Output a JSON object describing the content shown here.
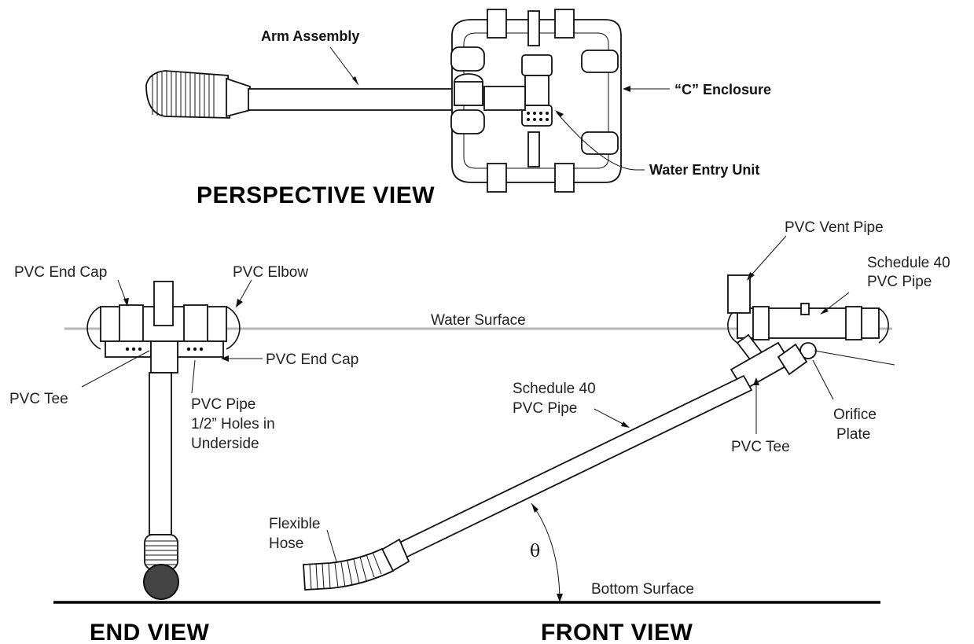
{
  "views": {
    "perspective": "PERSPECTIVE  VIEW",
    "end": "END  VIEW",
    "front": "FRONT  VIEW"
  },
  "perspective_labels": {
    "arm_assembly": "Arm Assembly",
    "c_enclosure": "“C” Enclosure",
    "water_entry_unit": "Water Entry Unit"
  },
  "end_labels": {
    "end_cap_top": "PVC End Cap",
    "elbow": "PVC Elbow",
    "end_cap_side": "PVC End Cap",
    "tee": "PVC Tee",
    "pipe_line1": "PVC Pipe",
    "pipe_line2": "1/2” Holes in",
    "pipe_line3": "Underside"
  },
  "front_labels": {
    "vent_pipe": "PVC Vent Pipe",
    "sched_top_line1": "Schedule 40",
    "sched_top_line2": "PVC Pipe",
    "water_surface": "Water Surface",
    "sched_mid_line1": "Schedule 40",
    "sched_mid_line2": "PVC Pipe",
    "orifice_line1": "Orifice",
    "orifice_line2": "Plate",
    "tee": "PVC Tee",
    "hose_line1": "Flexible",
    "hose_line2": "Hose",
    "theta": "θ",
    "bottom_surface": "Bottom Surface"
  }
}
